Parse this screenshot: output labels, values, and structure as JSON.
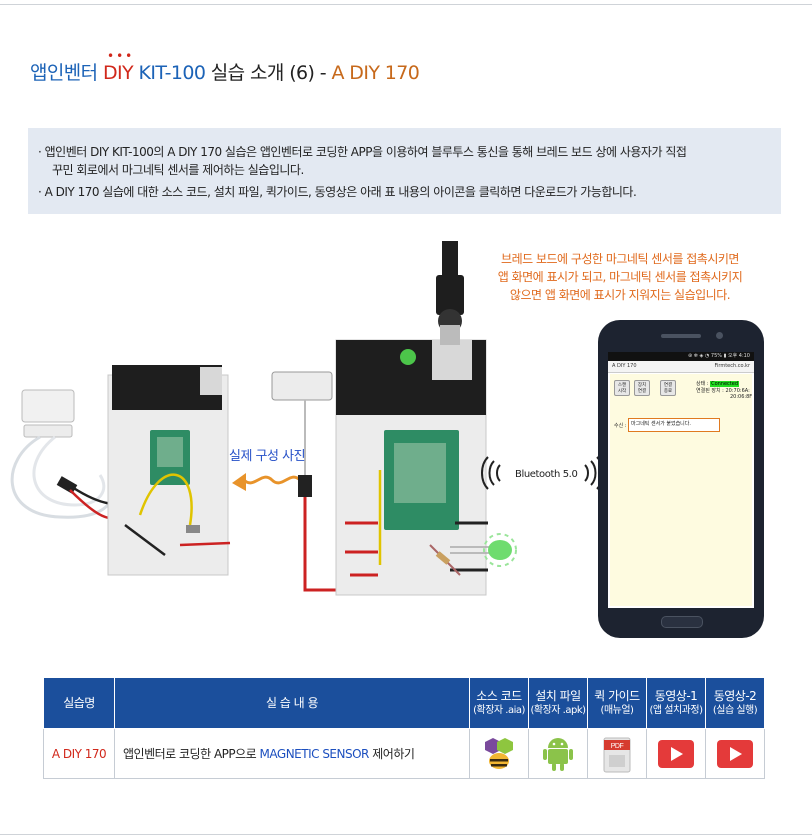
{
  "header": {
    "title_brand": "앱인벤터",
    "title_diy": "DIY",
    "title_dots": "•••",
    "title_kit": "KIT-100",
    "title_intro": "실습 소개 (6) -",
    "title_model": "A DIY 170"
  },
  "info": {
    "line1": "· 앱인벤터 DIY KIT-100의 A DIY 170 실습은 앱인벤터로 코딩한 APP을 이용하여 블루투스 통신을 통해 브레드 보드 상에 사용자가 직접",
    "line2": "꾸민 회로에서 마그네틱 센서를 제어하는 실습입니다.",
    "line3": "· A DIY 170 실습에 대한 소스 코드, 설치 파일, 퀵가이드, 동영상은 아래 표 내용의 아이콘을 클릭하면 다운로드가 가능합니다."
  },
  "figure": {
    "caption_line1": "브레드 보드에 구성한 마그네틱 센서를 접촉시키면",
    "caption_line2": "앱 화면에 표시가 되고, 마그네틱 센서를 접촉시키지",
    "caption_line3": "않으면 앱 화면에 표시가 지워지는 실습입니다.",
    "photo_label": "실제 구성 사진",
    "bluetooth_label": "Bluetooth 5.0",
    "phone": {
      "status_bar": "⊛ ❄ ◈ ◔ 75% ▮ 오후 4:10",
      "app_title": "A DIY 170",
      "app_domain": "Firmtech.co.kr",
      "buttons": [
        "스캔\n시작",
        "장치\n연결",
        "연결\n종료"
      ],
      "state_label": "상태 :",
      "state_value": "Connected",
      "device_label": "연결된 장치 :",
      "device_value_1": "20:70:6A:",
      "device_value_2": "20:06:8F",
      "recv_label": "수신 :",
      "recv_value": "마그네틱 센서가 붙었습니다."
    }
  },
  "table": {
    "headers": [
      {
        "main": "실습명",
        "sub": ""
      },
      {
        "main": "실 습  내 용",
        "sub": ""
      },
      {
        "main": "소스 코드",
        "sub": "(확장자 .aia)"
      },
      {
        "main": "설치 파일",
        "sub": "(확장자 .apk)"
      },
      {
        "main": "퀵 가이드",
        "sub": "(매뉴얼)"
      },
      {
        "main": "동영상-1",
        "sub": "(앱 설치과정)"
      },
      {
        "main": "동영상-2",
        "sub": "(실습 실행)"
      }
    ],
    "row": {
      "name": "A DIY 170",
      "content_pre": "앱인벤터로 코딩한 APP으로",
      "content_highlight": "MAGNETIC SENSOR",
      "content_post": "제어하기",
      "pdf_label": "PDF"
    }
  },
  "icons": {
    "source": "aia-bee-icon",
    "install": "android-icon",
    "guide": "pdf-icon",
    "video1": "play-icon",
    "video2": "play-icon"
  },
  "colors": {
    "title_blue": "#1c63b7",
    "title_red": "#d1281b",
    "title_orange": "#c7691b",
    "info_bg": "#e3e9f2",
    "table_header": "#1b4f9c",
    "caption_orange": "#e06a1d",
    "label_blue": "#2751c8",
    "play_red": "#e43a3a"
  }
}
